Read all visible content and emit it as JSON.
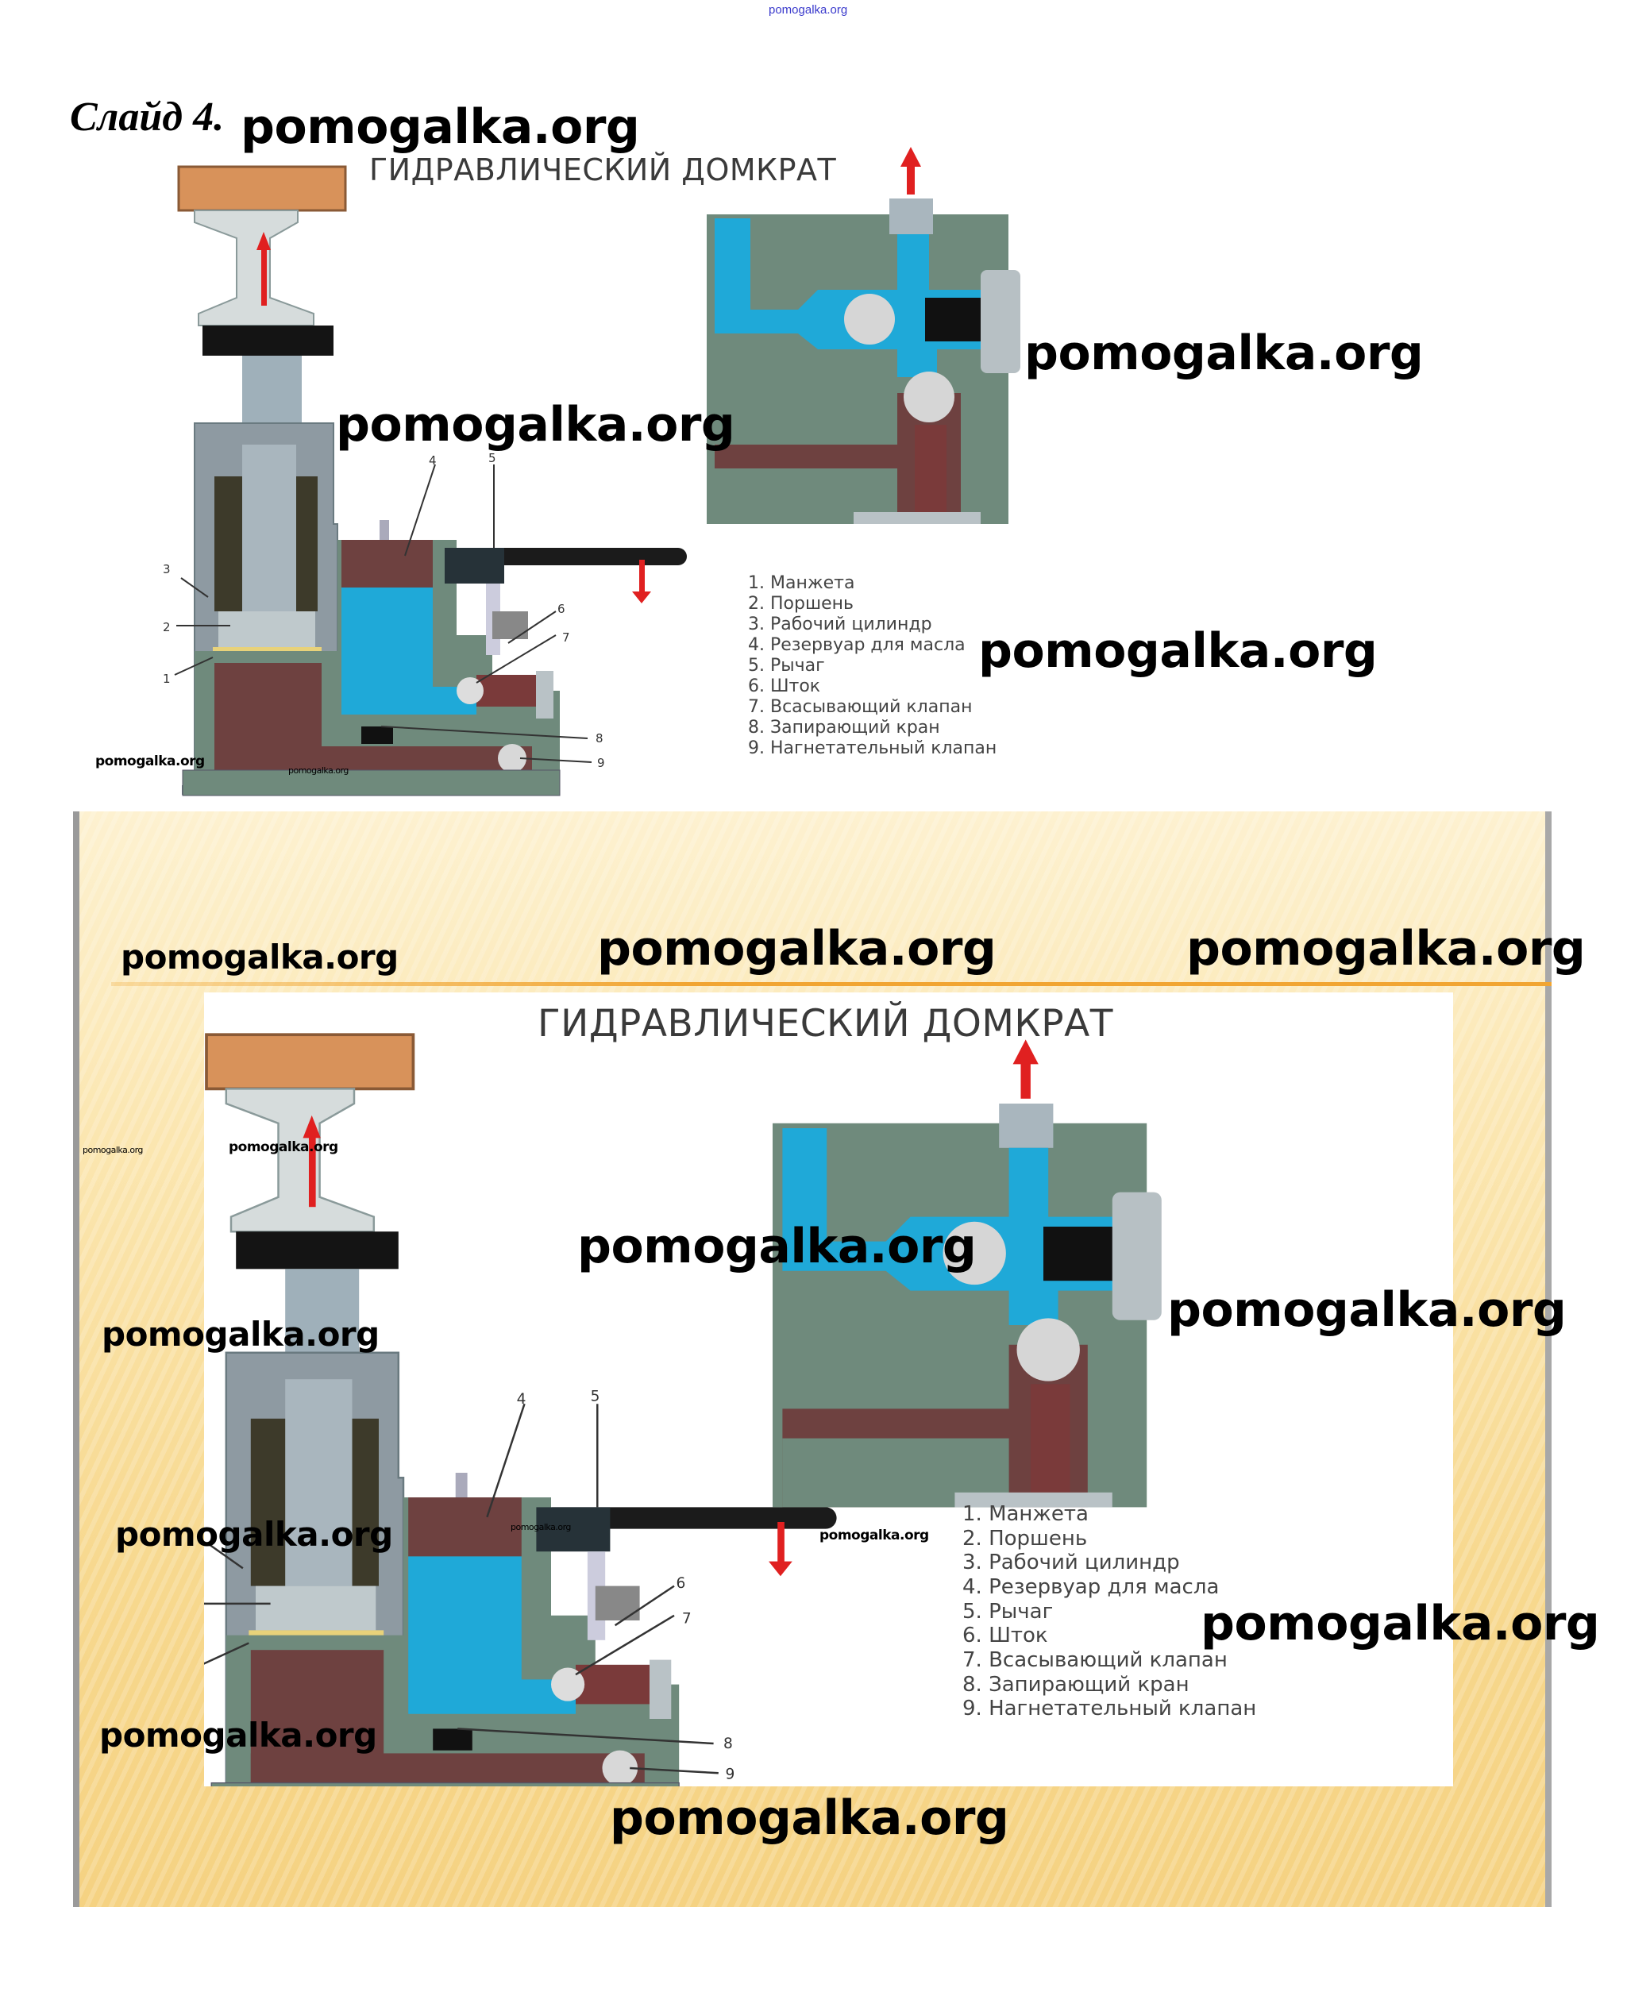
{
  "page": {
    "top_watermark": "pomogalka.org",
    "slide_label": "Слайд 4."
  },
  "diagram": {
    "title": "ГИДРАВЛИЧЕСКИЙ ДОМКРАТ",
    "part_numbers": [
      "1",
      "2",
      "3",
      "4",
      "5",
      "6",
      "7",
      "8",
      "9"
    ],
    "legend": [
      "1. Манжета",
      "2. Поршень",
      "3. Рабочий цилиндр",
      "4. Резервуар для масла",
      "5. Рычаг",
      "6. Шток",
      "7. Всасывающий клапан",
      "8. Запирающий кран",
      "9. Нагнетательный клапан"
    ],
    "colors": {
      "oil_blue": "#1fa9d8",
      "body_green": "#6f8a7c",
      "chamber_brown": "#6e4140",
      "load_orange": "#d8925a",
      "arrow_red": "#e02020",
      "gasket_yellow": "#e8d27a",
      "steel": "#a9b6be"
    }
  },
  "watermarks": {
    "text": "pomogalka.org"
  },
  "slide": {
    "background": "#f7d88e",
    "rule_color": "#f1a532"
  }
}
